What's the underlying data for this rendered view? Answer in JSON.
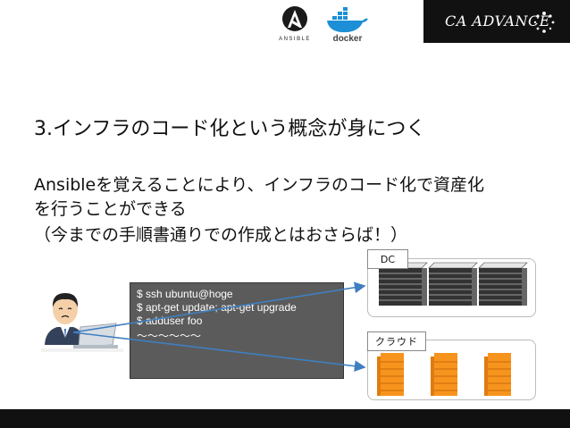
{
  "header": {
    "ansible_logo_text": "ANSIBLE",
    "docker_logo_text": "docker",
    "brand": "CA ADVANCE"
  },
  "slide": {
    "title": "3.インフラのコード化という概念が身につく",
    "body_line_1": "Ansibleを覚えることにより、インフラのコード化で資産化",
    "body_line_2": "を行うことができる",
    "body_line_3": "（今までの手順書通りでの作成とはおさらば！）"
  },
  "terminal": {
    "lines": [
      "$ ssh ubuntu@hoge",
      "$ apt-get update; apt-get upgrade",
      "$ adduser foo",
      "～～～～～～"
    ]
  },
  "targets": {
    "dc_label": "DC",
    "cloud_label": "クラウド"
  },
  "colors": {
    "ansible_circle": "#1a1a1a",
    "docker_blue": "#1d8fd6",
    "aws_orange": "#f7941d",
    "arrow_blue": "#3f7fc0",
    "terminal_bg": "#5b5b5b",
    "banner_bg": "#111111"
  }
}
